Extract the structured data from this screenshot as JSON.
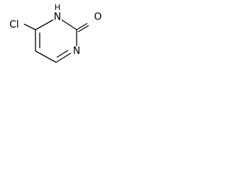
{
  "molecule": {
    "atoms": {
      "chlorine": "Cl",
      "ring_nitrogen_upper": "N",
      "ring_nitrogen_upper_hydrogen": "H",
      "ring_nitrogen_lower": "N",
      "carbonyl_oxygen": "O"
    }
  }
}
